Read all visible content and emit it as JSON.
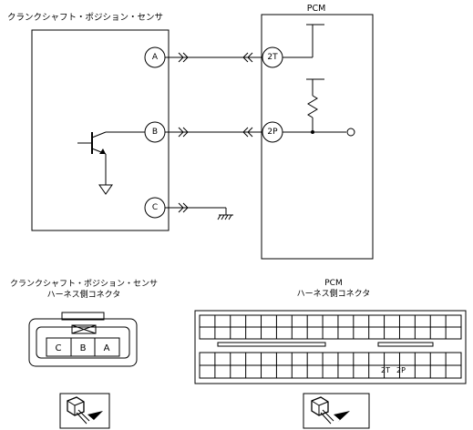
{
  "sensor": {
    "title": "クランクシャフト・ポジション・センサ",
    "pins": {
      "a": "A",
      "b": "B",
      "c": "C"
    }
  },
  "pcm": {
    "title": "PCM",
    "pins": {
      "t2": "2T",
      "p2": "2P"
    }
  },
  "sensor_connector": {
    "title_line1": "クランクシャフト・ポジション・センサ",
    "title_line2": "ハーネス側コネクタ",
    "pins": [
      "C",
      "B",
      "A"
    ]
  },
  "pcm_connector": {
    "title_line1": "PCM",
    "title_line2": "ハーネス側コネクタ",
    "pin_labels": {
      "t2": "2T",
      "p2": "2P"
    }
  }
}
